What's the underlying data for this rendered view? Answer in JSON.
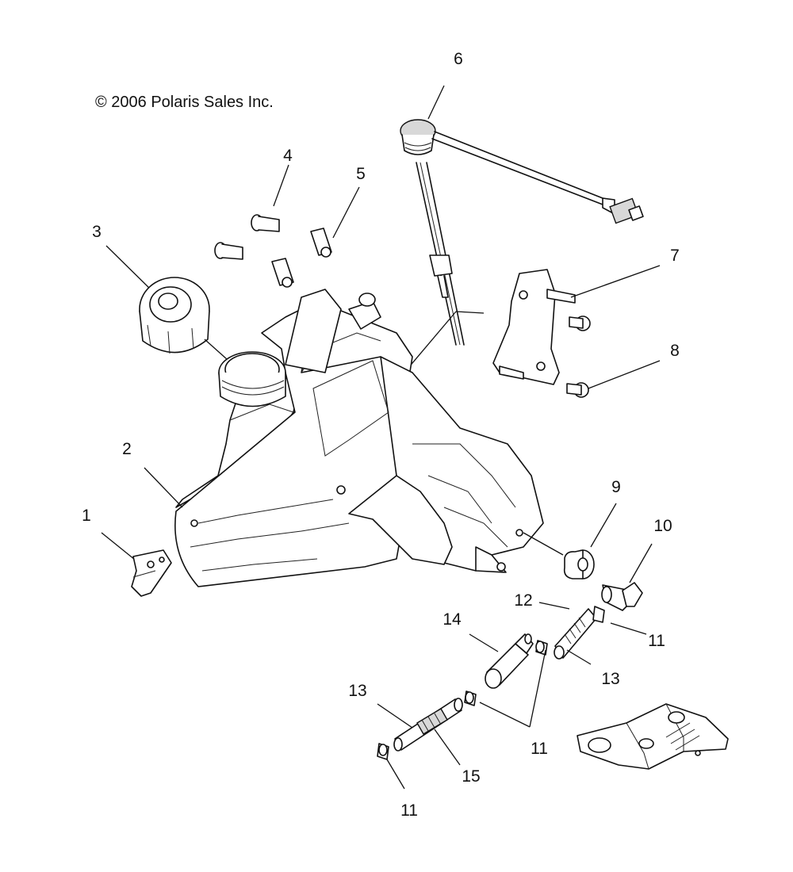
{
  "copyright": "© 2006 Polaris Sales Inc.",
  "callouts": [
    {
      "key": "c1",
      "label": "1"
    },
    {
      "key": "c2",
      "label": "2"
    },
    {
      "key": "c3",
      "label": "3"
    },
    {
      "key": "c4",
      "label": "4"
    },
    {
      "key": "c5",
      "label": "5"
    },
    {
      "key": "c6",
      "label": "6"
    },
    {
      "key": "c7",
      "label": "7"
    },
    {
      "key": "c8",
      "label": "8"
    },
    {
      "key": "c9",
      "label": "9"
    },
    {
      "key": "c10",
      "label": "10"
    },
    {
      "key": "c11a",
      "label": "11"
    },
    {
      "key": "c12",
      "label": "12"
    },
    {
      "key": "c13a",
      "label": "13"
    },
    {
      "key": "c14",
      "label": "14"
    },
    {
      "key": "c13b",
      "label": "13"
    },
    {
      "key": "c11b",
      "label": "11"
    },
    {
      "key": "c15",
      "label": "15"
    },
    {
      "key": "c11c",
      "label": "11"
    }
  ]
}
